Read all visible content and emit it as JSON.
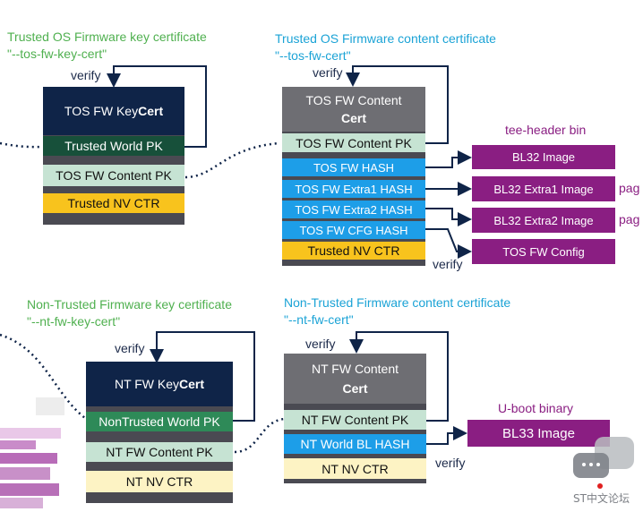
{
  "top": {
    "key_cert_title": "Trusted OS Firmware key certificate",
    "key_cert_option": "\"--tos-fw-key-cert\"",
    "content_cert_title": "Trusted OS Firmware content certificate",
    "content_cert_option": "\"--tos-fw-cert\"",
    "key_verify": "verify",
    "content_verify": "verify",
    "key_box": {
      "header_plain": "TOS FW Key ",
      "header_bold": "Cert",
      "rows": [
        "Trusted World PK",
        "TOS FW Content PK",
        "Trusted NV CTR"
      ]
    },
    "content_box": {
      "header_line1": "TOS FW Content",
      "header_line2": "Cert",
      "rows": [
        "TOS FW Content PK",
        "TOS FW HASH",
        "TOS FW Extra1 HASH",
        "TOS FW Extra2 HASH",
        "TOS FW CFG HASH",
        "Trusted NV CTR"
      ]
    },
    "bin_title": "tee-header bin",
    "images": [
      "BL32 Image",
      "BL32 Extra1 Image",
      "BL32 Extra2 Image",
      "TOS FW Config"
    ],
    "pag_labels": [
      "pag",
      "pag"
    ],
    "bottom_verify": "verify"
  },
  "bottom": {
    "key_cert_title": "Non-Trusted Firmware key certificate",
    "key_cert_option": "\"--nt-fw-key-cert\"",
    "content_cert_title": "Non-Trusted Firmware content certificate",
    "content_cert_option": "\"--nt-fw-cert\"",
    "key_verify": "verify",
    "content_verify": "verify",
    "key_box": {
      "header_plain": "NT FW Key ",
      "header_bold": "Cert",
      "rows": [
        "NonTrusted World PK",
        "NT FW Content PK",
        "NT NV CTR"
      ]
    },
    "content_box": {
      "header_line1": "NT FW Content",
      "header_line2": "Cert",
      "rows": [
        "NT FW Content PK",
        "NT World BL HASH",
        "NT NV CTR"
      ]
    },
    "bin_title": "U-boot binary",
    "images": [
      "BL33 Image"
    ],
    "side_verify": "verify"
  },
  "watermark": "ST中文论坛",
  "colors": {
    "navy": "#0f2448",
    "dark_green": "#17503a",
    "mint": "#c6e3d3",
    "yellow": "#f8c31d",
    "grey": "#6e6e73",
    "blue": "#1d9ee8",
    "purple": "#8a1e82",
    "title_green": "#4fb04f",
    "title_cyan": "#1ba3d6"
  }
}
